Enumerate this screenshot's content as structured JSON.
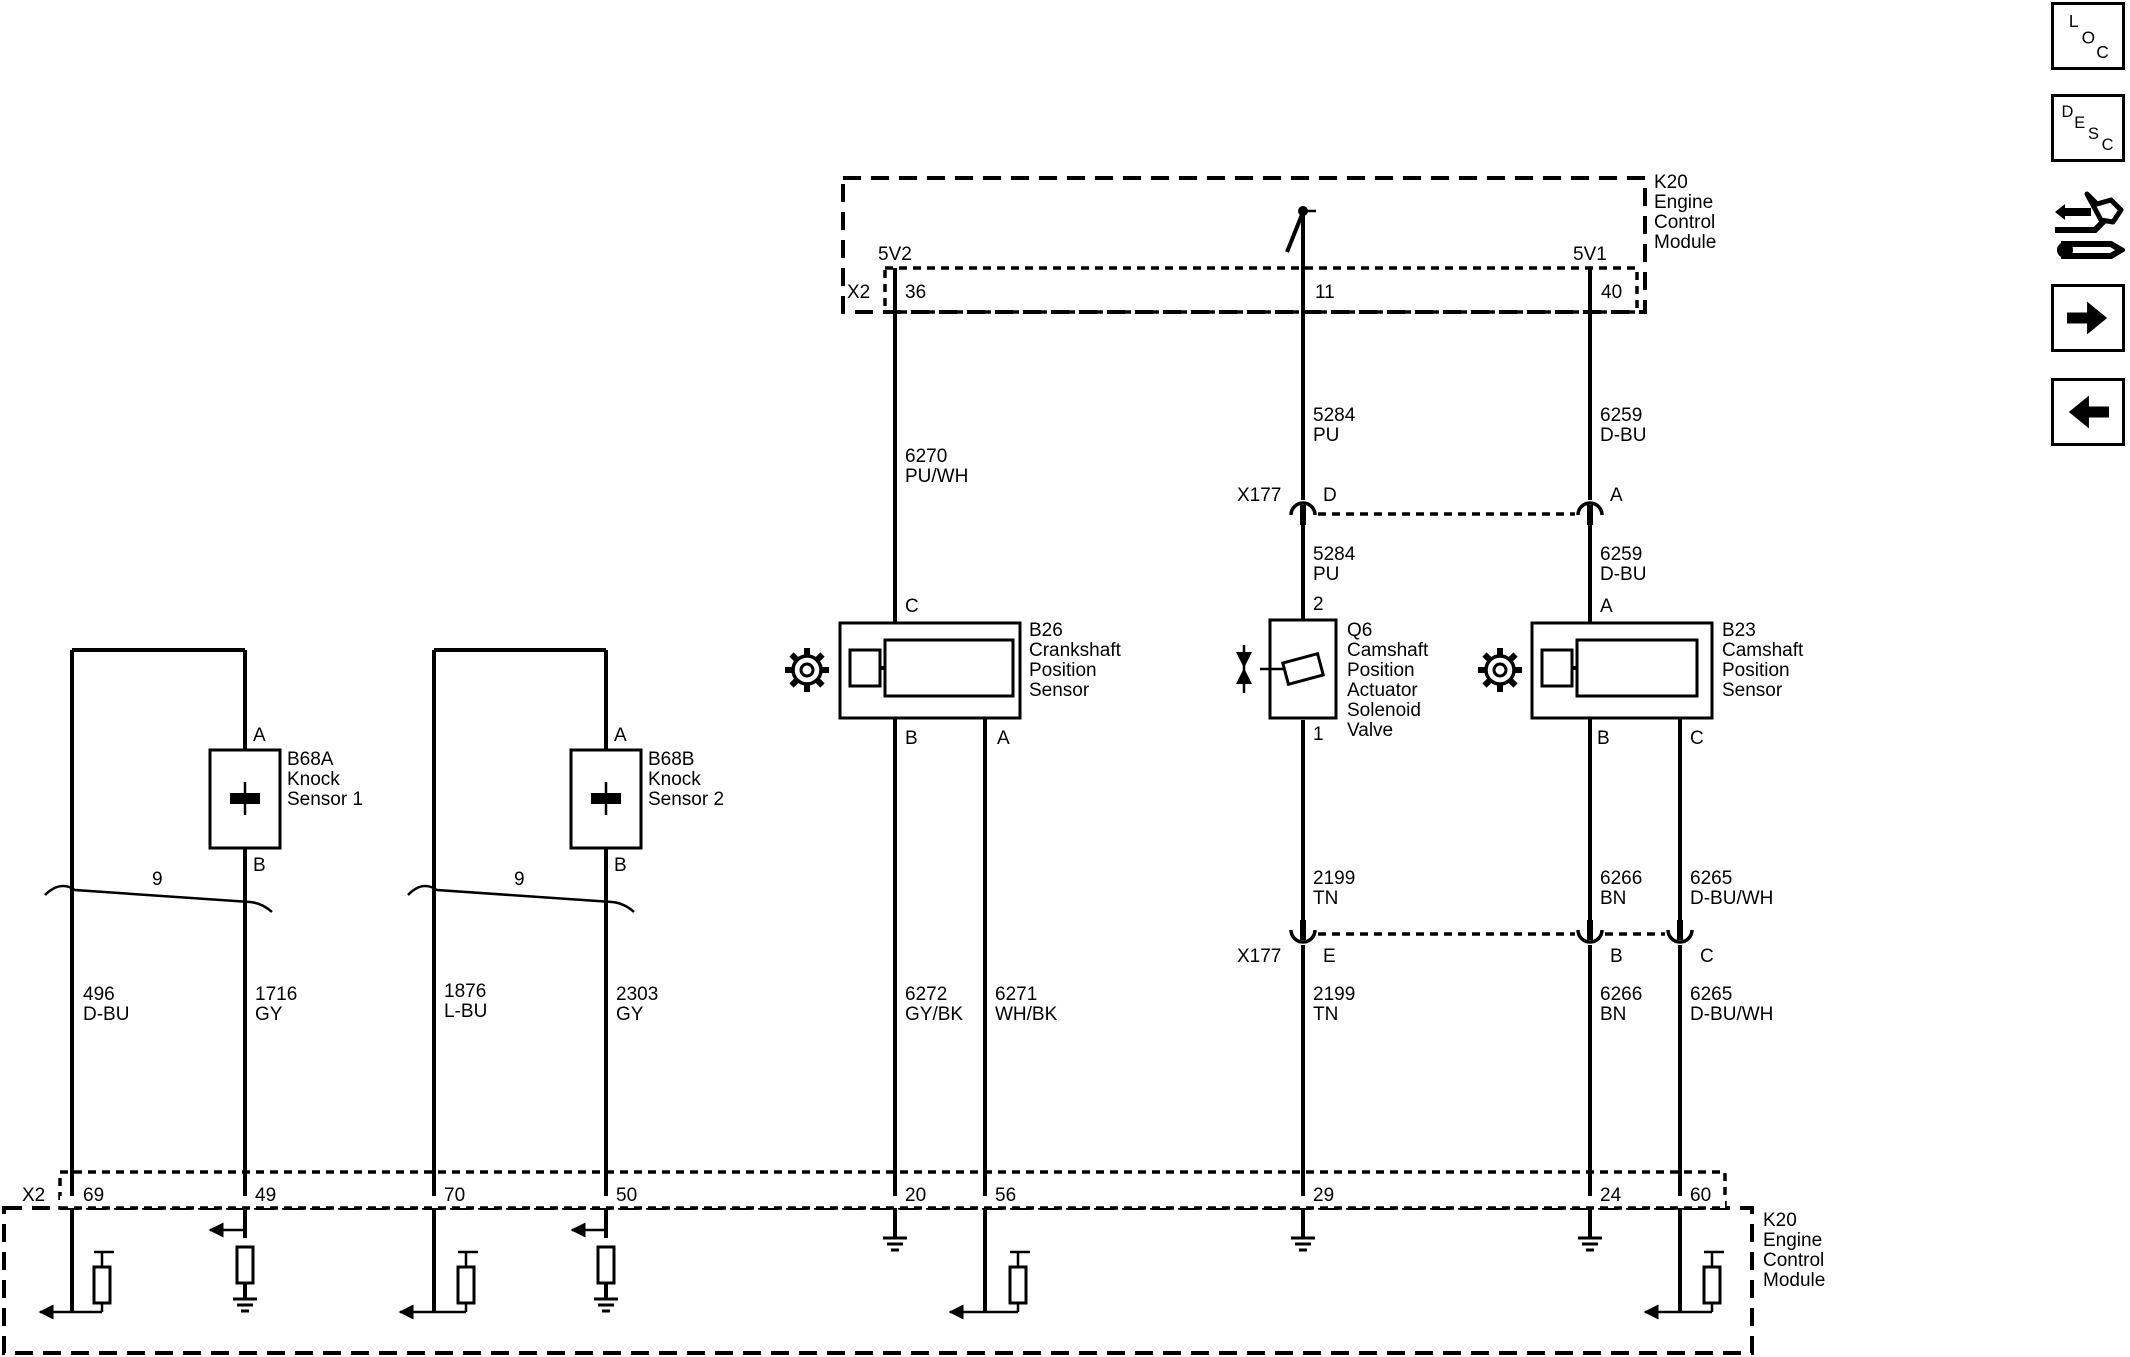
{
  "nav": {
    "loc": {
      "l": "L",
      "o": "O",
      "c": "C"
    },
    "desc": {
      "d": "D",
      "e": "E",
      "s": "S",
      "c": "C"
    },
    "tool_icon": "connector-wrench-icon",
    "next_icon": "arrow-right-icon",
    "prev_icon": "arrow-left-icon"
  },
  "ecm_top": {
    "l1": "K20",
    "l2": "Engine",
    "l3": "Control",
    "l4": "Module"
  },
  "ecm_bottom": {
    "l1": "K20",
    "l2": "Engine",
    "l3": "Control",
    "l4": "Module"
  },
  "top_connector": {
    "name": "X2",
    "pins": {
      "p36": "36",
      "p11": "11",
      "p40": "40"
    },
    "ref_left": "5V2",
    "ref_right": "5V1"
  },
  "bottom_connector": {
    "name": "X2",
    "pins": {
      "p69": "69",
      "p49": "49",
      "p70": "70",
      "p50": "50",
      "p20": "20",
      "p56": "56",
      "p29": "29",
      "p24": "24",
      "p60": "60"
    }
  },
  "inline_connectors": {
    "upper": {
      "name": "X177",
      "pin_d": "D",
      "pin_a": "A"
    },
    "lower": {
      "name": "X177",
      "pin_e": "E",
      "pin_b": "B",
      "pin_c": "C"
    }
  },
  "components": {
    "b68a": {
      "pin_a": "A",
      "pin_b": "B",
      "l1": "B68A",
      "l2": "Knock",
      "l3": "Sensor 1"
    },
    "b68b": {
      "pin_a": "A",
      "pin_b": "B",
      "l1": "B68B",
      "l2": "Knock",
      "l3": "Sensor 2"
    },
    "b26": {
      "pin_c": "C",
      "pin_b": "B",
      "pin_a": "A",
      "l1": "B26",
      "l2": "Crankshaft",
      "l3": "Position",
      "l4": "Sensor"
    },
    "q6": {
      "pin_2": "2",
      "pin_1": "1",
      "l1": "Q6",
      "l2": "Camshaft",
      "l3": "Position",
      "l4": "Actuator",
      "l5": "Solenoid",
      "l6": "Valve"
    },
    "b23": {
      "pin_a": "A",
      "pin_b": "B",
      "pin_c": "C",
      "l1": "B23",
      "l2": "Camshaft",
      "l3": "Position",
      "l4": "Sensor"
    }
  },
  "twist": {
    "ks1": "9",
    "ks2": "9"
  },
  "wires": {
    "w6270": {
      "circuit": "6270",
      "color": "PU/WH"
    },
    "w5284a": {
      "circuit": "5284",
      "color": "PU"
    },
    "w5284b": {
      "circuit": "5284",
      "color": "PU"
    },
    "w6259a": {
      "circuit": "6259",
      "color": "D-BU"
    },
    "w6259b": {
      "circuit": "6259",
      "color": "D-BU"
    },
    "w2199a": {
      "circuit": "2199",
      "color": "TN"
    },
    "w2199b": {
      "circuit": "2199",
      "color": "TN"
    },
    "w6266a": {
      "circuit": "6266",
      "color": "BN"
    },
    "w6266b": {
      "circuit": "6266",
      "color": "BN"
    },
    "w6265a": {
      "circuit": "6265",
      "color": "D-BU/WH"
    },
    "w6265b": {
      "circuit": "6265",
      "color": "D-BU/WH"
    },
    "w496": {
      "circuit": "496",
      "color": "D-BU"
    },
    "w1716": {
      "circuit": "1716",
      "color": "GY"
    },
    "w1876": {
      "circuit": "1876",
      "color": "L-BU"
    },
    "w2303": {
      "circuit": "2303",
      "color": "GY"
    },
    "w6272": {
      "circuit": "6272",
      "color": "GY/BK"
    },
    "w6271": {
      "circuit": "6271",
      "color": "WH/BK"
    }
  }
}
